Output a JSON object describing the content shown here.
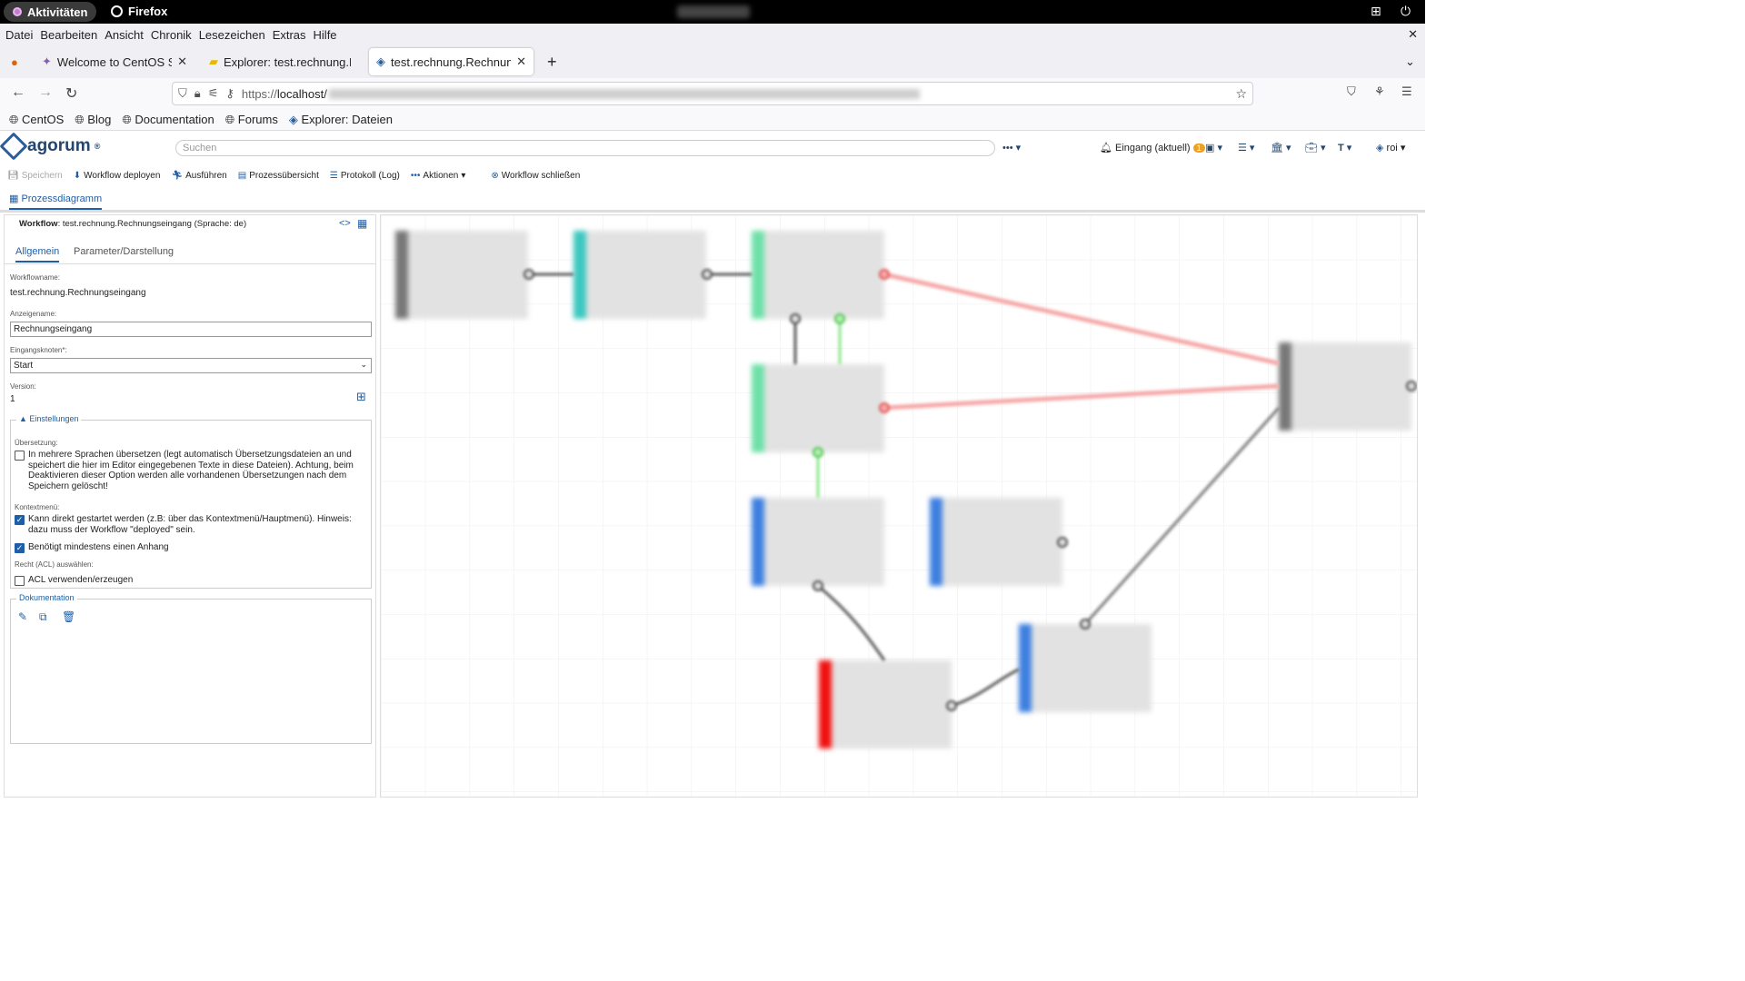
{
  "os": {
    "activities": "Aktivitäten",
    "app": "Firefox"
  },
  "menu": [
    "Datei",
    "Bearbeiten",
    "Ansicht",
    "Chronik",
    "Lesezeichen",
    "Extras",
    "Hilfe"
  ],
  "tabs": [
    {
      "label": "Welcome to CentOS Strea"
    },
    {
      "label": "Explorer: test.rechnung.R"
    },
    {
      "label": "test.rechnung.Rechnungs"
    }
  ],
  "url": {
    "prefix": "https://",
    "host": "localhost/"
  },
  "bookmarks": [
    "CentOS",
    "Blog",
    "Documentation",
    "Forums",
    "Explorer: Dateien"
  ],
  "app": {
    "brand": "agorum",
    "reg": "®",
    "search_placeholder": "Suchen",
    "inbox": "Eingang (aktuell)",
    "inbox_count": "1",
    "user": "roi"
  },
  "toolbar": {
    "save": "Speichern",
    "deploy": "Workflow deployen",
    "run": "Ausführen",
    "overview": "Prozessübersicht",
    "log": "Protokoll (Log)",
    "actions": "Aktionen",
    "close": "Workflow schließen"
  },
  "view_tab": "Prozessdiagramm",
  "panel": {
    "head_label": "Workflow",
    "head_value": ": test.rechnung.Rechnungseingang (Sprache: de)",
    "tabs": [
      "Allgemein",
      "Parameter/Darstellung"
    ],
    "workflowname_label": "Workflowname:",
    "workflowname": "test.rechnung.Rechnungseingang",
    "displayname_label": "Anzeigename:",
    "displayname": "Rechnungseingang",
    "entry_label": "Eingangsknoten*:",
    "entry": "Start",
    "version_label": "Version:",
    "version": "1",
    "settings_legend": "Einstellungen",
    "translation_label": "Übersetzung:",
    "translation_text": "In mehrere Sprachen übersetzen (legt automatisch Übersetzungsdateien an und speichert die hier im Editor eingegebenen Texte in diese Dateien). Achtung, beim Deaktivieren dieser Option werden alle vorhandenen Übersetzungen nach dem Speichern gelöscht!",
    "context_label": "Kontextmenü:",
    "context_text": "Kann direkt gestartet werden (z.B: über das Kontextmenü/Hauptmenü). Hinweis: dazu muss der Workflow \"deployed\" sein.",
    "attachment_text": "Benötigt mindestens einen Anhang",
    "acl_label": "Recht (ACL) auswählen:",
    "acl_text": "ACL verwenden/erzeugen",
    "doc_legend": "Dokumentation"
  },
  "colors": {
    "accent": "#1f5fa8",
    "gray": "#777777",
    "teal": "#3cc8c0",
    "green": "#6ee0a8",
    "blue": "#3d7fe0",
    "red": "#f01010"
  }
}
